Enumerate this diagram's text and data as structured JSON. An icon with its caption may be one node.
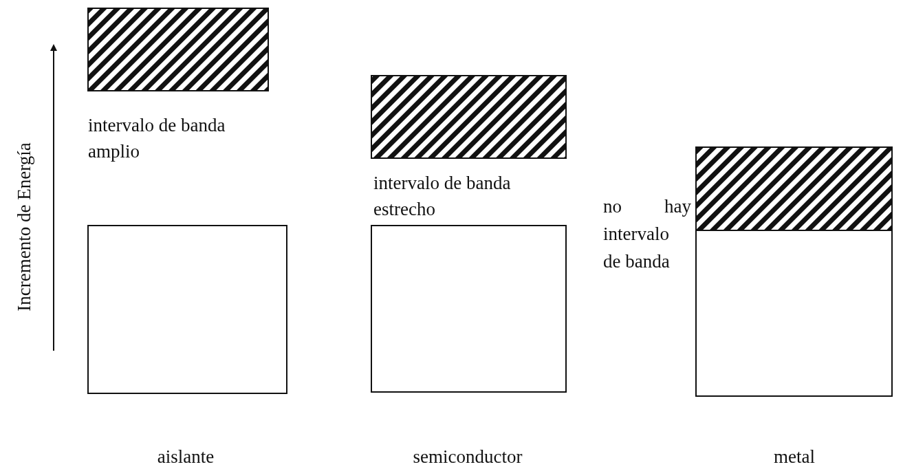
{
  "diagram": {
    "nodes": [
      {
        "text": [],
        "shape": "box"
      },
      {
        "text": [],
        "shape": "box"
      },
      {
        "text": [],
        "shape": "box"
      },
      {
        "text": [],
        "shape": "box"
      },
      {
        "text": [],
        "shape": "box"
      },
      {
        "text": [],
        "shape": "box"
      }
    ],
    "labels": [
      "Incremento de Energía",
      "intervalo de banda amplio",
      "intervalo de banda estrecho",
      "no hay intervalo de banda",
      "aislante",
      "semiconductor",
      "metal"
    ]
  }
}
